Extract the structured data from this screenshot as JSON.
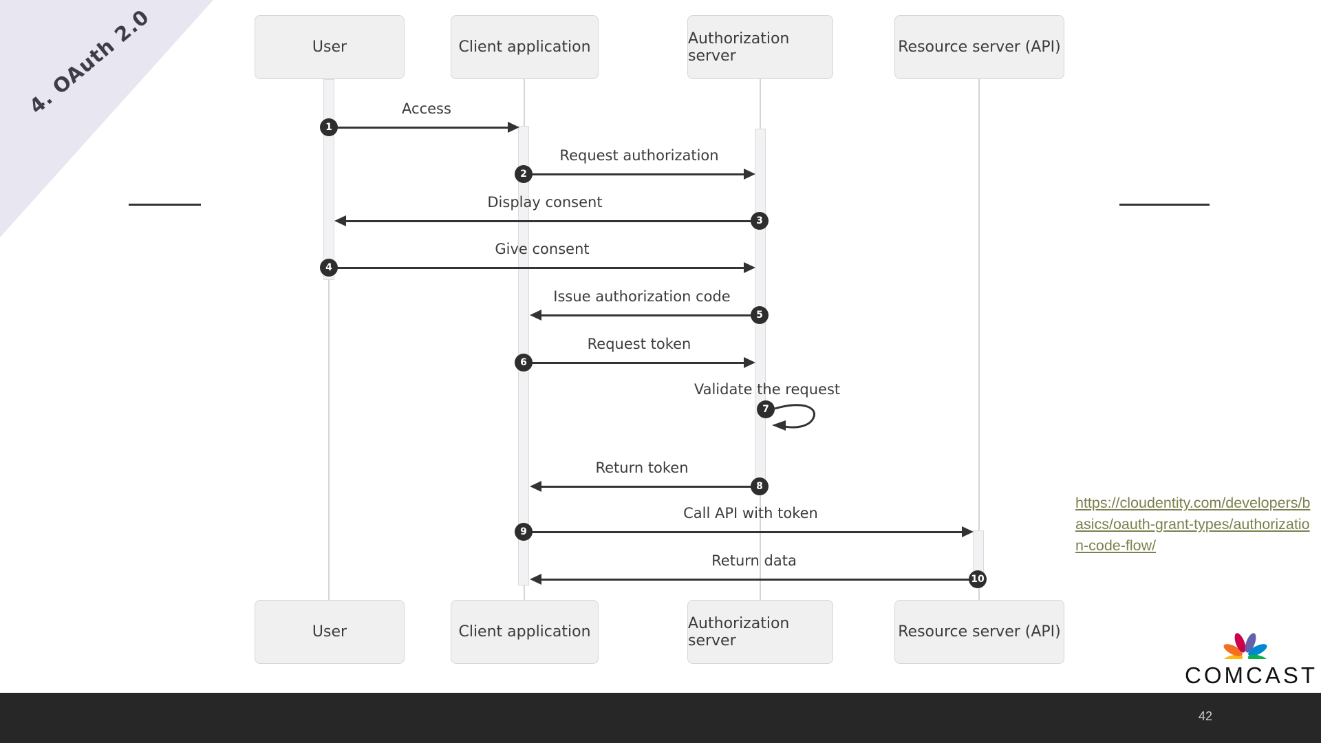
{
  "slide": {
    "corner_title": "4. OAuth 2.0",
    "page_number": "42"
  },
  "colors": {
    "banner_bg": "#e8e6f0",
    "actor_fill": "#f0f0f0",
    "actor_border": "#d6d6d6",
    "arrow": "#333333",
    "badge_bg": "#2e2e2e",
    "link": "#7c7f4b",
    "footer_bg": "#272727",
    "peacock": [
      "#FCB711",
      "#F37021",
      "#CC004C",
      "#6460AA",
      "#0089D0",
      "#0DB14B"
    ]
  },
  "actors": [
    {
      "label": "User"
    },
    {
      "label": "Client application"
    },
    {
      "label": "Authorization server"
    },
    {
      "label": "Resource server (API)"
    }
  ],
  "steps": [
    {
      "num": "1",
      "label": "Access",
      "from": "User",
      "to": "Client application"
    },
    {
      "num": "2",
      "label": "Request authorization",
      "from": "Client application",
      "to": "Authorization server"
    },
    {
      "num": "3",
      "label": "Display consent",
      "from": "Authorization server",
      "to": "User"
    },
    {
      "num": "4",
      "label": "Give consent",
      "from": "User",
      "to": "Authorization server"
    },
    {
      "num": "5",
      "label": "Issue authorization code",
      "from": "Authorization server",
      "to": "Client application"
    },
    {
      "num": "6",
      "label": "Request token",
      "from": "Client application",
      "to": "Authorization server"
    },
    {
      "num": "7",
      "label": "Validate the request",
      "from": "Authorization server",
      "to": "Authorization server"
    },
    {
      "num": "8",
      "label": "Return token",
      "from": "Authorization server",
      "to": "Client application"
    },
    {
      "num": "9",
      "label": "Call API with token",
      "from": "Client application",
      "to": "Resource server (API)"
    },
    {
      "num": "10",
      "label": "Return data",
      "from": "Resource server (API)",
      "to": "Client application"
    }
  ],
  "reference_link": {
    "url": "https://cloudentity.com/developers/basics/oauth-grant-types/authorization-code-flow/",
    "lines": [
      "https://cloudentity.com/developers/b",
      "asics/oauth-grant-types/authorizatio",
      "n-code-flow/"
    ]
  },
  "logo": {
    "brand": "COMCAST"
  }
}
